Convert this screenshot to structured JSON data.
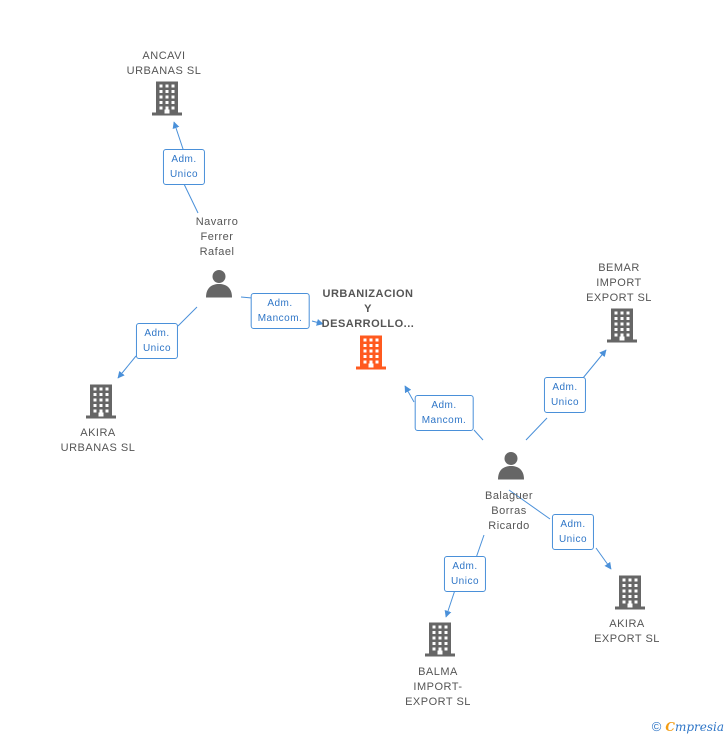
{
  "colors": {
    "edge": "#4a90d9",
    "icon_gray": "#666666",
    "icon_main": "#ff5a1f",
    "text": "#555555",
    "badge_text": "#2f76c7"
  },
  "nodes": {
    "main": {
      "lines": [
        "URBANIZACION",
        "Y",
        "DESARROLLO..."
      ]
    },
    "ancavi": {
      "lines": [
        "ANCAVI",
        "URBANAS SL"
      ]
    },
    "akira_urbanas": {
      "lines": [
        "AKIRA",
        "URBANAS SL"
      ]
    },
    "bemar": {
      "lines": [
        "BEMAR",
        "IMPORT",
        "EXPORT SL"
      ]
    },
    "akira_export": {
      "lines": [
        "AKIRA",
        "EXPORT SL"
      ]
    },
    "balma": {
      "lines": [
        "BALMA",
        "IMPORT-",
        "EXPORT SL"
      ]
    },
    "navarro": {
      "lines": [
        "Navarro",
        "Ferrer",
        "Rafael"
      ]
    },
    "balaguer": {
      "lines": [
        "Balaguer",
        "Borras",
        "Ricardo"
      ]
    }
  },
  "relations": {
    "navarro_ancavi": [
      "Adm.",
      "Unico"
    ],
    "navarro_main": [
      "Adm.",
      "Mancom."
    ],
    "navarro_akira": [
      "Adm.",
      "Unico"
    ],
    "balaguer_main": [
      "Adm.",
      "Mancom."
    ],
    "balaguer_bemar": [
      "Adm.",
      "Unico"
    ],
    "balaguer_akira": [
      "Adm.",
      "Unico"
    ],
    "balaguer_balma": [
      "Adm.",
      "Unico"
    ]
  },
  "footer": {
    "copyright": "©",
    "brand_first": "C",
    "brand_rest": "mpresia"
  }
}
